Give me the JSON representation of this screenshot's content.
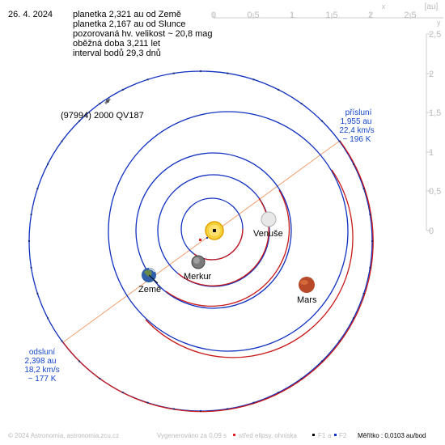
{
  "date": "26. 4. 2024",
  "info_lines": [
    "planetka 2,321 au od Země",
    "planetka 2,167 au od Slunce",
    "pozorovaná hv. velikost ~ 20,8 mag",
    "oběžná doba 3,211 let",
    "interval bodů 29,3 dnů"
  ],
  "top_axis": {
    "ticks": [
      "0",
      "0,5",
      "1",
      "1,5",
      "2",
      "2,5"
    ],
    "letter": "x",
    "unit": "[au]"
  },
  "right_axis": {
    "ticks": [
      "2,5",
      "2",
      "1,5",
      "1",
      "0,5",
      "0"
    ],
    "letter": "y"
  },
  "asteroid_label": "(97994) 2000 QV187",
  "perihelion": {
    "title": "přísluní",
    "distance": "1,955 au",
    "speed": "22,4 km/s",
    "temp": "~ 196 K"
  },
  "aphelion": {
    "title": "odsluní",
    "distance": "2,398 au",
    "speed": "18,2 km/s",
    "temp": "~ 177 K"
  },
  "planets": {
    "venus": "Venuše",
    "earth": "Země",
    "mercury": "Merkur",
    "mars": "Mars"
  },
  "footer": {
    "copyright": "© 2024 Astronomia, astronomia.zcu.cz",
    "generated": "Vygenerováno za 0,09 s",
    "legend_center": "střed elipsy, ohniska",
    "legend_f1": "F1",
    "legend_a": "a",
    "legend_f2": "F2",
    "scale": "Měřítko : 0,0103 au/bod"
  },
  "colors": {
    "orbit_blue": "#1030c0",
    "orbit_red": "#c81818",
    "apsis_line": "#f0a070",
    "label_blue": "#1546c8",
    "sun": "#f0c000"
  }
}
